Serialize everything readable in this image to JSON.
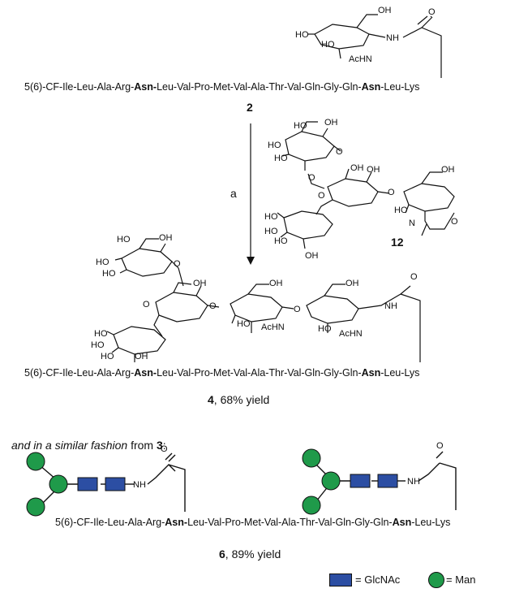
{
  "sequence_top": {
    "prefix": "5(6)-CF-Ile-Leu-Ala-Arg-",
    "asn1": "Asn-",
    "middle": "Leu-Val-Pro-Met-Val-Ala-Thr-Val-Gln-Gly-Gln-",
    "asn2": "Asn",
    "suffix": "-Leu-Lys"
  },
  "compound_2": "2",
  "reagent": "a",
  "compound_12": "12",
  "compound_4": {
    "number": "4",
    "yield": ",  68% yield"
  },
  "similar_text": {
    "italic": "and in a similar fashion",
    "rest": " from ",
    "ref": "3",
    "colon": ":"
  },
  "compound_6": {
    "number": "6",
    "yield": ", 89% yield"
  },
  "legend": {
    "glcnac": "= GlcNAc",
    "man": "= Man"
  },
  "colors": {
    "glcnac": "#2c4ea3",
    "man": "#1f9a4a"
  },
  "atom_labels": {
    "OH": "OH",
    "HO": "HO",
    "NH": "NH",
    "AcHN": "AcHN",
    "O": "O",
    "N": "N",
    "AcN": "AcHN"
  }
}
